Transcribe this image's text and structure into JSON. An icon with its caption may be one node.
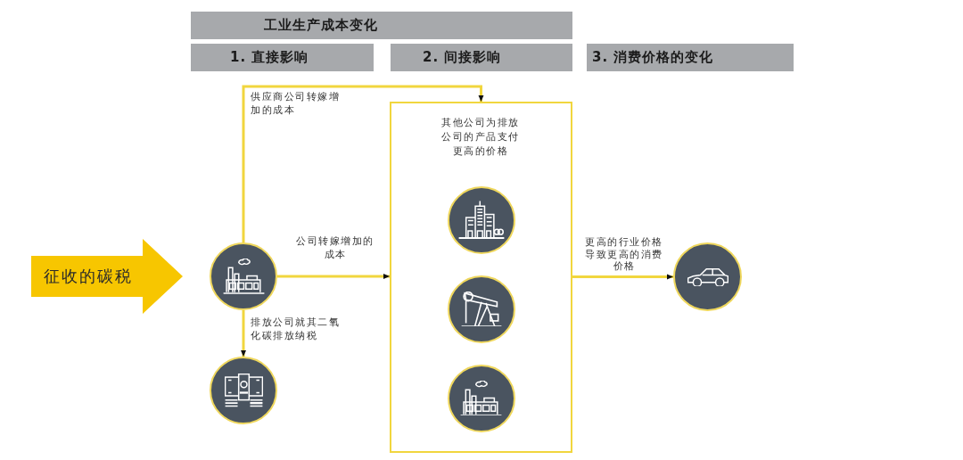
{
  "diagram": {
    "nodes": [
      {
        "text": [
          "工业生产成本变化"
        ]
      },
      {
        "text": [
          "1. 直接影响"
        ]
      },
      {
        "text": [
          "2. 间接影响"
        ]
      },
      {
        "text": [
          "3. 消费价格的变化"
        ]
      },
      {
        "text": [
          "征收的碳税"
        ]
      },
      {
        "text": [],
        "shape": "circle"
      },
      {
        "text": [],
        "shape": "circle"
      },
      {
        "text": [
          "其他公司为排放公司的产品支付更高的价格"
        ]
      },
      {
        "text": [],
        "shape": "circle",
        "in": 7
      },
      {
        "text": [],
        "shape": "circle",
        "in": 7
      },
      {
        "text": [],
        "shape": "circle",
        "in": 7
      },
      {
        "text": [],
        "shape": "circle"
      }
    ],
    "edges": [
      {
        "from": 5,
        "to": 7,
        "arrow": "to",
        "label": "供应商公司转嫁增加的成本"
      },
      {
        "from": 5,
        "to": 7,
        "arrow": "to",
        "label": "公司转嫁增加的成本"
      },
      {
        "from": 5,
        "to": 6,
        "arrow": "to",
        "label": "排放公司就其二氧化碳排放纳税"
      },
      {
        "from": 7,
        "to": 11,
        "arrow": "to",
        "label": "更高的行业价格导致更高的消费价格"
      }
    ]
  }
}
